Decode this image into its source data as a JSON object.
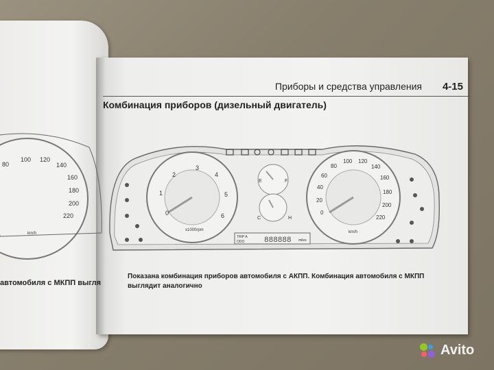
{
  "header": {
    "title": "Приборы и средства управления",
    "page_num": "4-15"
  },
  "section_title": "Комбинация приборов (дизельный двигатель)",
  "caption": "Показана комбинация приборов автомобиля с АКПП. Комбинация автомобиля с МКПП выглядит аналогично",
  "left_page_text": "автомобиля с МКПП выгля",
  "tach": {
    "ticks": [
      "0",
      "1",
      "2",
      "3",
      "4",
      "5",
      "6"
    ],
    "unit": "x1000rpm"
  },
  "speedo": {
    "ticks": [
      "0",
      "20",
      "40",
      "60",
      "80",
      "100",
      "120",
      "140",
      "160",
      "180",
      "200",
      "220"
    ],
    "unit": "km/h"
  },
  "left_speedo": {
    "ticks": [
      "80",
      "100",
      "120",
      "140",
      "160",
      "180",
      "200",
      "220"
    ],
    "unit": "km/h"
  },
  "odometer": {
    "trip_label": "TRIP A",
    "odo_label": "ODO",
    "digits": "888888",
    "unit": "miles"
  },
  "fuel_gauge": {
    "e": "E",
    "f": "F"
  },
  "temp_gauge": {
    "c": "C",
    "h": "H"
  },
  "watermark": "Avito",
  "colors": {
    "avito_green": "#97cf26",
    "avito_blue": "#2fa5ef",
    "avito_red": "#ff6163",
    "avito_purple": "#965eeb"
  }
}
